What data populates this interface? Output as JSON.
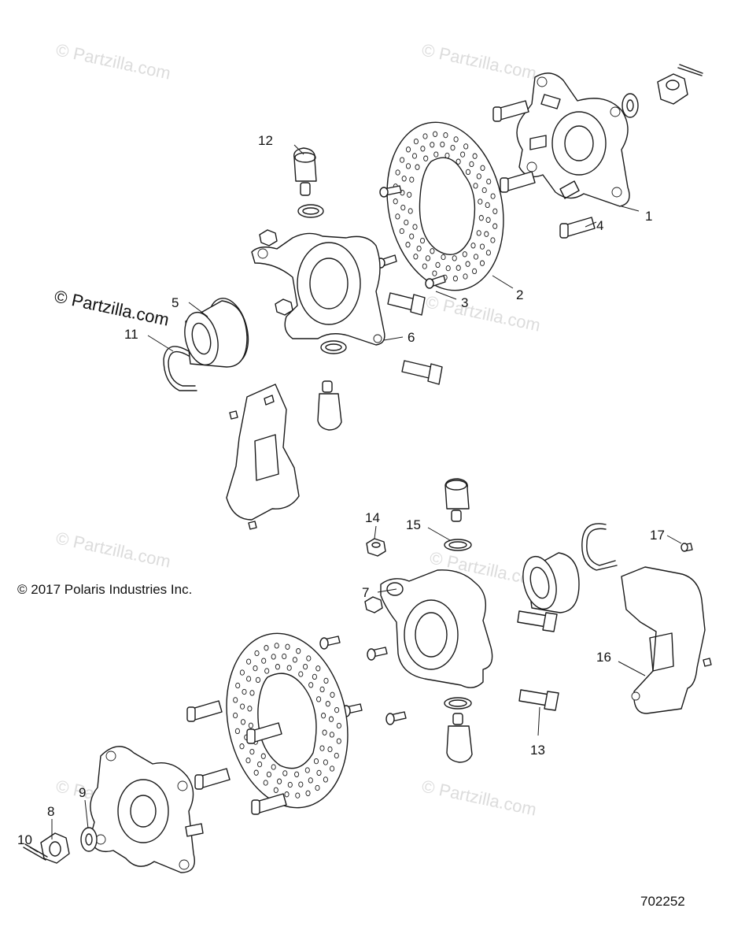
{
  "watermarks": {
    "site": "© Partzilla.com",
    "prominent": "© Partzilla.com"
  },
  "copyright": "© 2017 Polaris Industries Inc.",
  "diagram_number": "702252",
  "callouts": {
    "c1": "1",
    "c2": "2",
    "c3": "3",
    "c4": "4",
    "c5": "5",
    "c6": "6",
    "c7": "7",
    "c8": "8",
    "c9": "9",
    "c10": "10",
    "c11": "11",
    "c12": "12",
    "c13": "13",
    "c14": "14",
    "c15": "15",
    "c16": "16",
    "c17": "17"
  }
}
